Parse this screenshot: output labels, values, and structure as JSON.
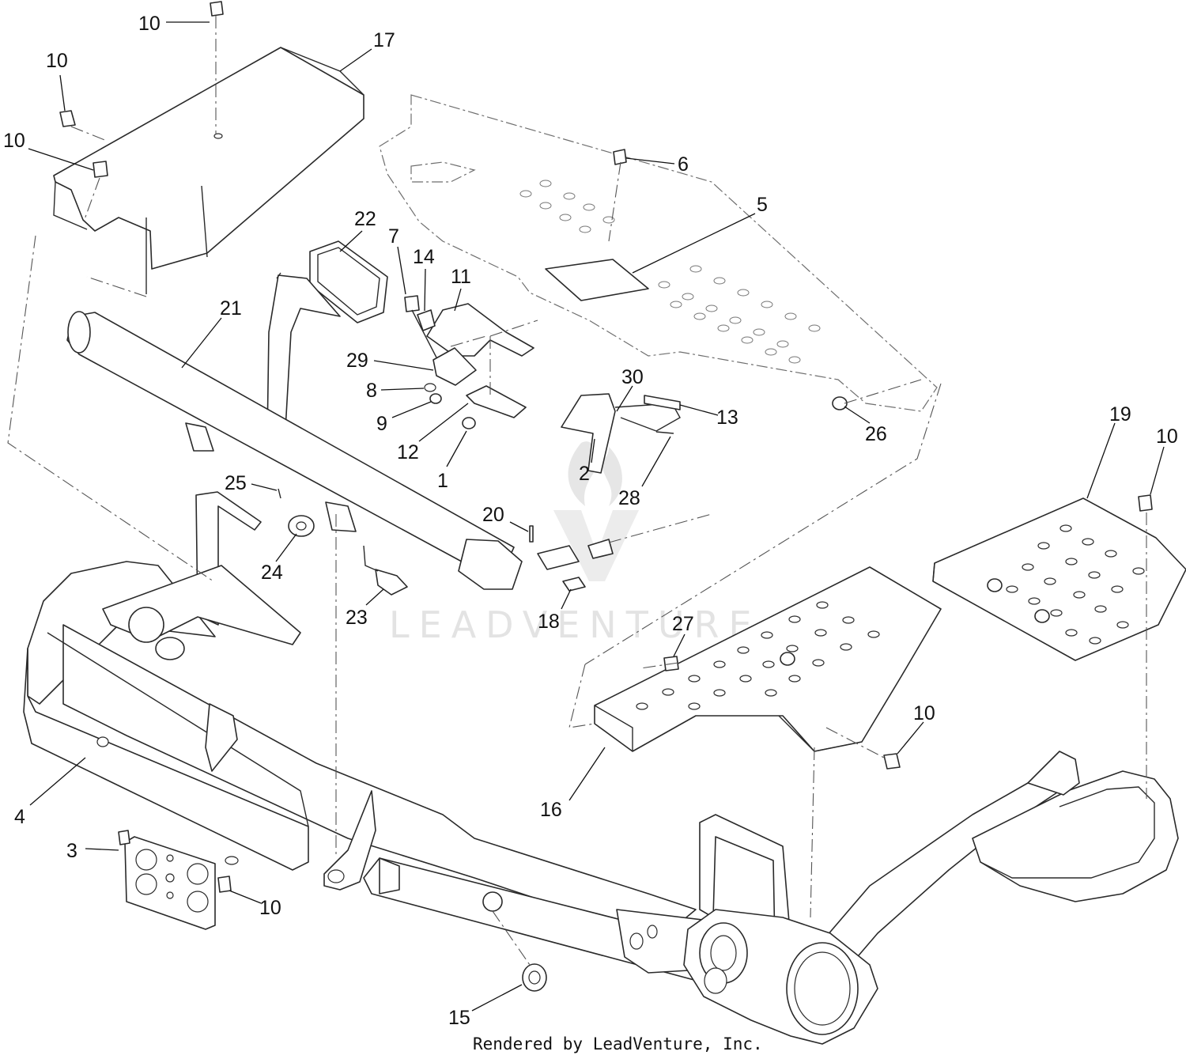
{
  "callouts": [
    {
      "label": "10"
    },
    {
      "label": "17"
    },
    {
      "label": "10"
    },
    {
      "label": "10"
    },
    {
      "label": "6"
    },
    {
      "label": "5"
    },
    {
      "label": "22"
    },
    {
      "label": "7"
    },
    {
      "label": "14"
    },
    {
      "label": "11"
    },
    {
      "label": "21"
    },
    {
      "label": "29"
    },
    {
      "label": "8"
    },
    {
      "label": "9"
    },
    {
      "label": "12"
    },
    {
      "label": "1"
    },
    {
      "label": "30"
    },
    {
      "label": "13"
    },
    {
      "label": "2"
    },
    {
      "label": "28"
    },
    {
      "label": "26"
    },
    {
      "label": "19"
    },
    {
      "label": "10"
    },
    {
      "label": "25"
    },
    {
      "label": "24"
    },
    {
      "label": "23"
    },
    {
      "label": "20"
    },
    {
      "label": "18"
    },
    {
      "label": "27"
    },
    {
      "label": "10"
    },
    {
      "label": "16"
    },
    {
      "label": "4"
    },
    {
      "label": "3"
    },
    {
      "label": "10"
    },
    {
      "label": "15"
    }
  ],
  "watermark": "LEADVENTURE",
  "footer": "Rendered by LeadVenture, Inc."
}
